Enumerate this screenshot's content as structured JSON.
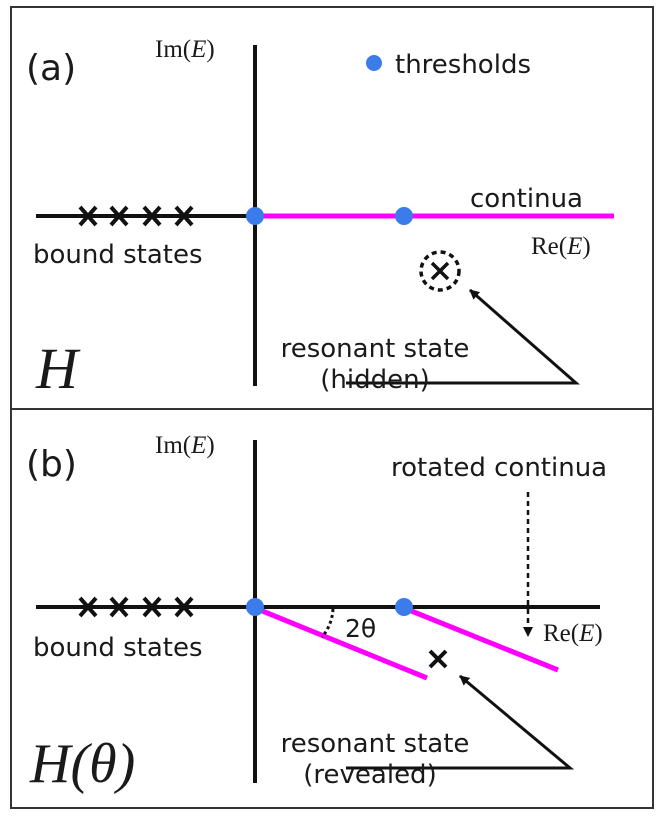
{
  "colors": {
    "frame": "#333333",
    "axis": "#111111",
    "continuum": "#ff00ff",
    "threshold": "#3b7bea",
    "text": "#1a1a1a"
  },
  "legend": {
    "label": "thresholds",
    "marker_icon": "blue-dot-icon"
  },
  "panel_a": {
    "tag": "(a)",
    "im_axis": {
      "prefix": "Im(",
      "var": "E",
      "suffix": ")"
    },
    "re_axis": {
      "prefix": "Re(",
      "var": "E",
      "suffix": ")"
    },
    "continua_label": "continua",
    "bound_states_label": "bound states",
    "resonant_state_line1": "resonant state",
    "resonant_state_line2": "(hidden)",
    "hamiltonian": "H"
  },
  "panel_b": {
    "tag": "(b)",
    "im_axis": {
      "prefix": "Im(",
      "var": "E",
      "suffix": ")"
    },
    "re_axis": {
      "prefix": "Re(",
      "var": "E",
      "suffix": ")"
    },
    "rotated_continua_label": "rotated continua",
    "angle_label": "2θ",
    "bound_states_label": "bound states",
    "resonant_state_line1": "resonant state",
    "resonant_state_line2": "(revealed)",
    "hamiltonian": "H(θ)"
  }
}
